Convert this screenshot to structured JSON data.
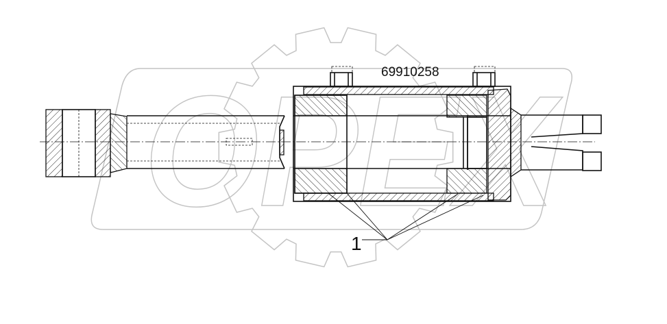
{
  "drawing": {
    "part_number": "69910258",
    "callout_label": "1",
    "watermark_text": "OPEX",
    "line_color": "#111111",
    "watermark_color": "#c4c4c4"
  }
}
